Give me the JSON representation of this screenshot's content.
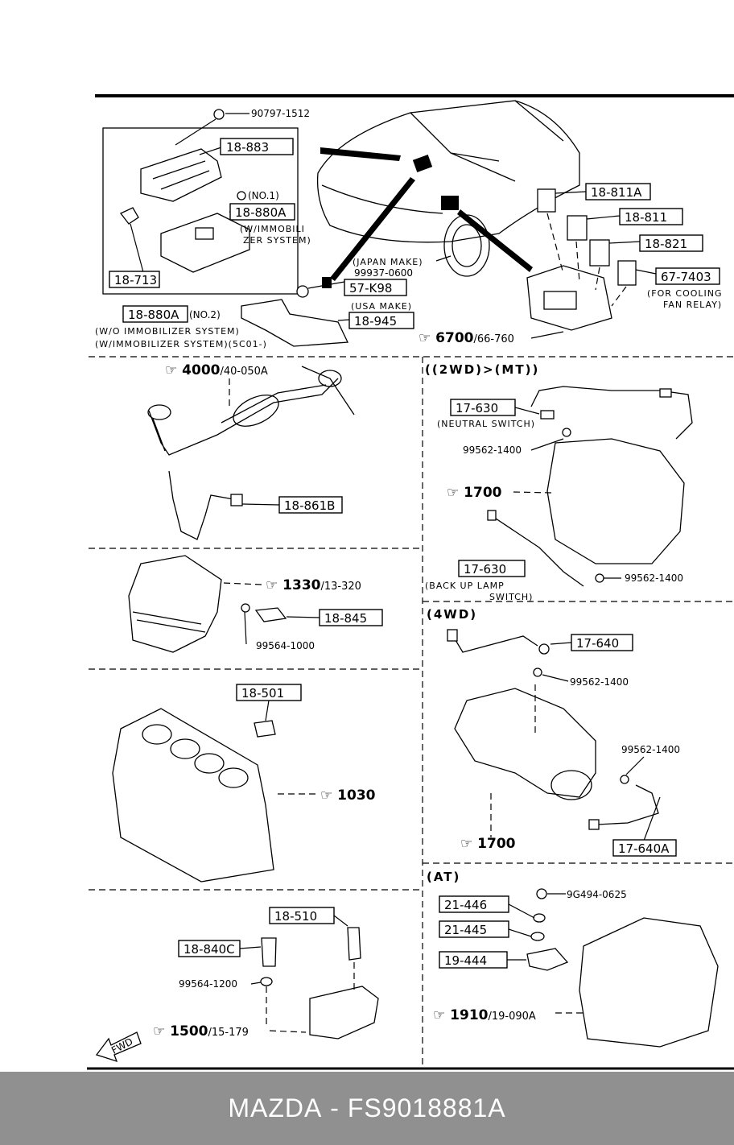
{
  "footer": {
    "brand": "MAZDA",
    "separator": "-",
    "part_number": "FS9018881A"
  },
  "sections": {
    "top": {
      "labels": {
        "p90797": "90797-1512",
        "p18883": "18-883",
        "no1": "(NO.1)",
        "p18880A_1": "18-880A",
        "wimmob1": "(W/IMMOBILI",
        "wimmob2": "ZER SYSTEM)",
        "p18713": "18-713",
        "p18880A_2": "18-880A",
        "no2": "(NO.2)",
        "wo_immob": "(W/O IMMOBILIZER SYSTEM)",
        "w_immob_5c01": "(W/IMMOBILIZER SYSTEM)(5C01-)",
        "japan_make": "(JAPAN MAKE)",
        "p99937": "99937-0600",
        "p57K98": "57-K98",
        "usa_make": "(USA MAKE)",
        "p18945": "18-945",
        "ref6700": "6700",
        "ref6700sub": "/66-760",
        "p18811A": "18-811A",
        "p18811": "18-811",
        "p18821": "18-821",
        "p677403": "67-7403",
        "for_cooling": "(FOR COOLING",
        "fan_relay": "FAN RELAY)"
      }
    },
    "exhaust": {
      "ref4000": "4000",
      "ref4000sub": "/40-050A",
      "p18861B": "18-861B"
    },
    "mt2wd": {
      "title": "((2WD)>(MT))",
      "p17630a": "17-630",
      "neutral": "(NEUTRAL SWITCH)",
      "p99562a": "99562-1400",
      "ref1700": "1700",
      "p17630b": "17-630",
      "backup1": "(BACK UP LAMP",
      "backup2": "SWITCH)",
      "p99562b": "99562-1400"
    },
    "head": {
      "ref1330": "1330",
      "ref1330sub": "/13-320",
      "p18845": "18-845",
      "p99564": "99564-1000"
    },
    "wd4": {
      "title": "(4WD)",
      "p17640": "17-640",
      "p99562c": "99562-1400",
      "p99562d": "99562-1400",
      "ref1700": "1700",
      "p17640A": "17-640A"
    },
    "block": {
      "p18501": "18-501",
      "ref1030": "1030"
    },
    "at": {
      "title": "(AT)",
      "p9G494": "9G494-0625",
      "p21446": "21-446",
      "p21445": "21-445",
      "p19444": "19-444",
      "ref1910": "1910",
      "ref1910sub": "/19-090A"
    },
    "water": {
      "p18510": "18-510",
      "p18840C": "18-840C",
      "p99564": "99564-1200",
      "ref1500": "1500",
      "ref1500sub": "/15-179",
      "fwd": "FWD"
    }
  }
}
